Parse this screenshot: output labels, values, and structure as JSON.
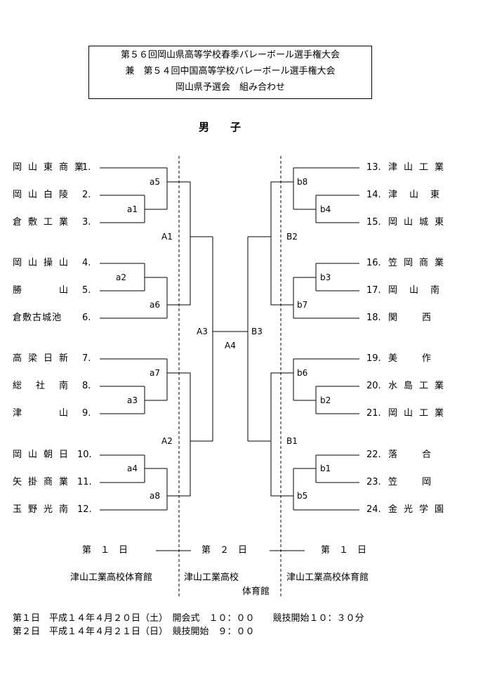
{
  "title": {
    "line1": "第５６回岡山県高等学校春季バレーボール選手権大会",
    "line2": "兼　第５４回中国高等学校バレーボール選手権大会",
    "line3": "岡山県予選会　組み合わせ"
  },
  "division": "男　　子",
  "left_teams": [
    {
      "name": "岡山東商業",
      "num": "1."
    },
    {
      "name": "岡山白陵",
      "num": "2."
    },
    {
      "name": "倉敷工業",
      "num": "3."
    },
    {
      "name": "岡山操山",
      "num": "4."
    },
    {
      "name": "勝　　山",
      "num": "5."
    },
    {
      "name": "倉敷古城池",
      "num": "6."
    },
    {
      "name": "高梁日新",
      "num": "7."
    },
    {
      "name": "総社南",
      "num": "8."
    },
    {
      "name": "津　　山",
      "num": "9."
    },
    {
      "name": "岡山朝日",
      "num": "10."
    },
    {
      "name": "矢掛商業",
      "num": "11."
    },
    {
      "name": "玉野光南",
      "num": "12."
    }
  ],
  "right_teams": [
    {
      "name": "津山工業",
      "num": "13."
    },
    {
      "name": "津　山　東",
      "num": "14."
    },
    {
      "name": "岡山城東",
      "num": "15."
    },
    {
      "name": "笠岡商業",
      "num": "16."
    },
    {
      "name": "岡　山　南",
      "num": "17."
    },
    {
      "name": "関　　　西",
      "num": "18."
    },
    {
      "name": "美　　　作",
      "num": "19."
    },
    {
      "name": "水島工業",
      "num": "20."
    },
    {
      "name": "岡山工業",
      "num": "21."
    },
    {
      "name": "落　　　合",
      "num": "22."
    },
    {
      "name": "笠　　　岡",
      "num": "23."
    },
    {
      "name": "金光学園",
      "num": "24."
    }
  ],
  "match_labels": {
    "a1": "a1",
    "a2": "a2",
    "a3": "a3",
    "a4": "a4",
    "a5": "a5",
    "a6": "a6",
    "a7": "a7",
    "a8": "a8",
    "A1": "A1",
    "A2": "A2",
    "A3": "A3",
    "A4": "A4",
    "b1": "b1",
    "b2": "b2",
    "b3": "b3",
    "b4": "b4",
    "b5": "b5",
    "b6": "b6",
    "b7": "b7",
    "b8": "b8",
    "B1": "B1",
    "B2": "B2",
    "B3": "B3"
  },
  "days": {
    "left": "第　１　日",
    "center": "第　２　日",
    "right": "第　１　日"
  },
  "venues": {
    "left": "津山工業高校体育館",
    "center_line1": "津山工業高校",
    "center_line2": "体育館",
    "right": "津山工業高校体育館"
  },
  "schedule": {
    "line1": "第１日　平成１４年４月２０日（土）　開会式　１０：００　　競技開始１０：３０分",
    "line2": "第２日　平成１４年４月２１日（日）　競技開始　９：００"
  }
}
